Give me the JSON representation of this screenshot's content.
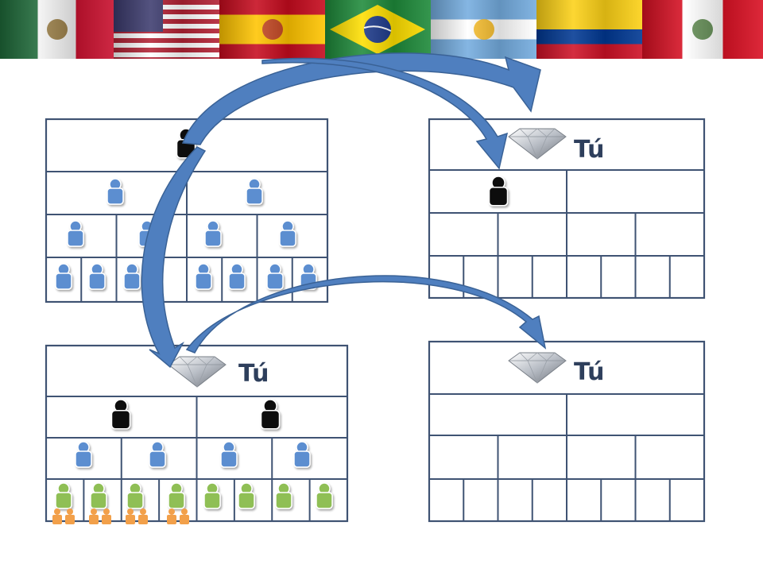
{
  "flags": [
    {
      "name": "flag-mexico",
      "stripes": [
        "#1f6b3a",
        "#f2f2f2",
        "#c8102e"
      ],
      "dir": "v",
      "emblem": "#8a6a2a"
    },
    {
      "name": "flag-usa",
      "stripes": [
        "#b22234",
        "#ffffff"
      ],
      "dir": "usa",
      "canton": "#3c3b6e"
    },
    {
      "name": "flag-spain",
      "stripes": [
        "#c60b1e",
        "#ffc400",
        "#ffc400",
        "#c60b1e"
      ],
      "dir": "h",
      "emblem": "#b8322a"
    },
    {
      "name": "flag-brazil",
      "stripes": [
        "#1e8a3a"
      ],
      "dir": "brazil"
    },
    {
      "name": "flag-argentina",
      "stripes": [
        "#74acdf",
        "#ffffff",
        "#74acdf"
      ],
      "dir": "h",
      "emblem": "#f6b40e"
    },
    {
      "name": "flag-colombia",
      "stripes": [
        "#fcd116",
        "#fcd116",
        "#003893",
        "#ce1126"
      ],
      "dir": "h"
    },
    {
      "name": "flag-peru",
      "stripes": [
        "#d91023",
        "#ffffff",
        "#d91023"
      ],
      "dir": "v",
      "emblem": "#4a7a3a"
    }
  ],
  "labels": {
    "you": "Tú"
  },
  "colors": {
    "grid_line": "#3f5373",
    "arrow_fill": "#4f7fbf",
    "arrow_stroke": "#3a6296",
    "person_black": "#111111",
    "person_blue": "#5b8ed0",
    "person_green": "#8fbf55",
    "person_orange": "#f2a04a",
    "text": "#2e3f5c"
  }
}
